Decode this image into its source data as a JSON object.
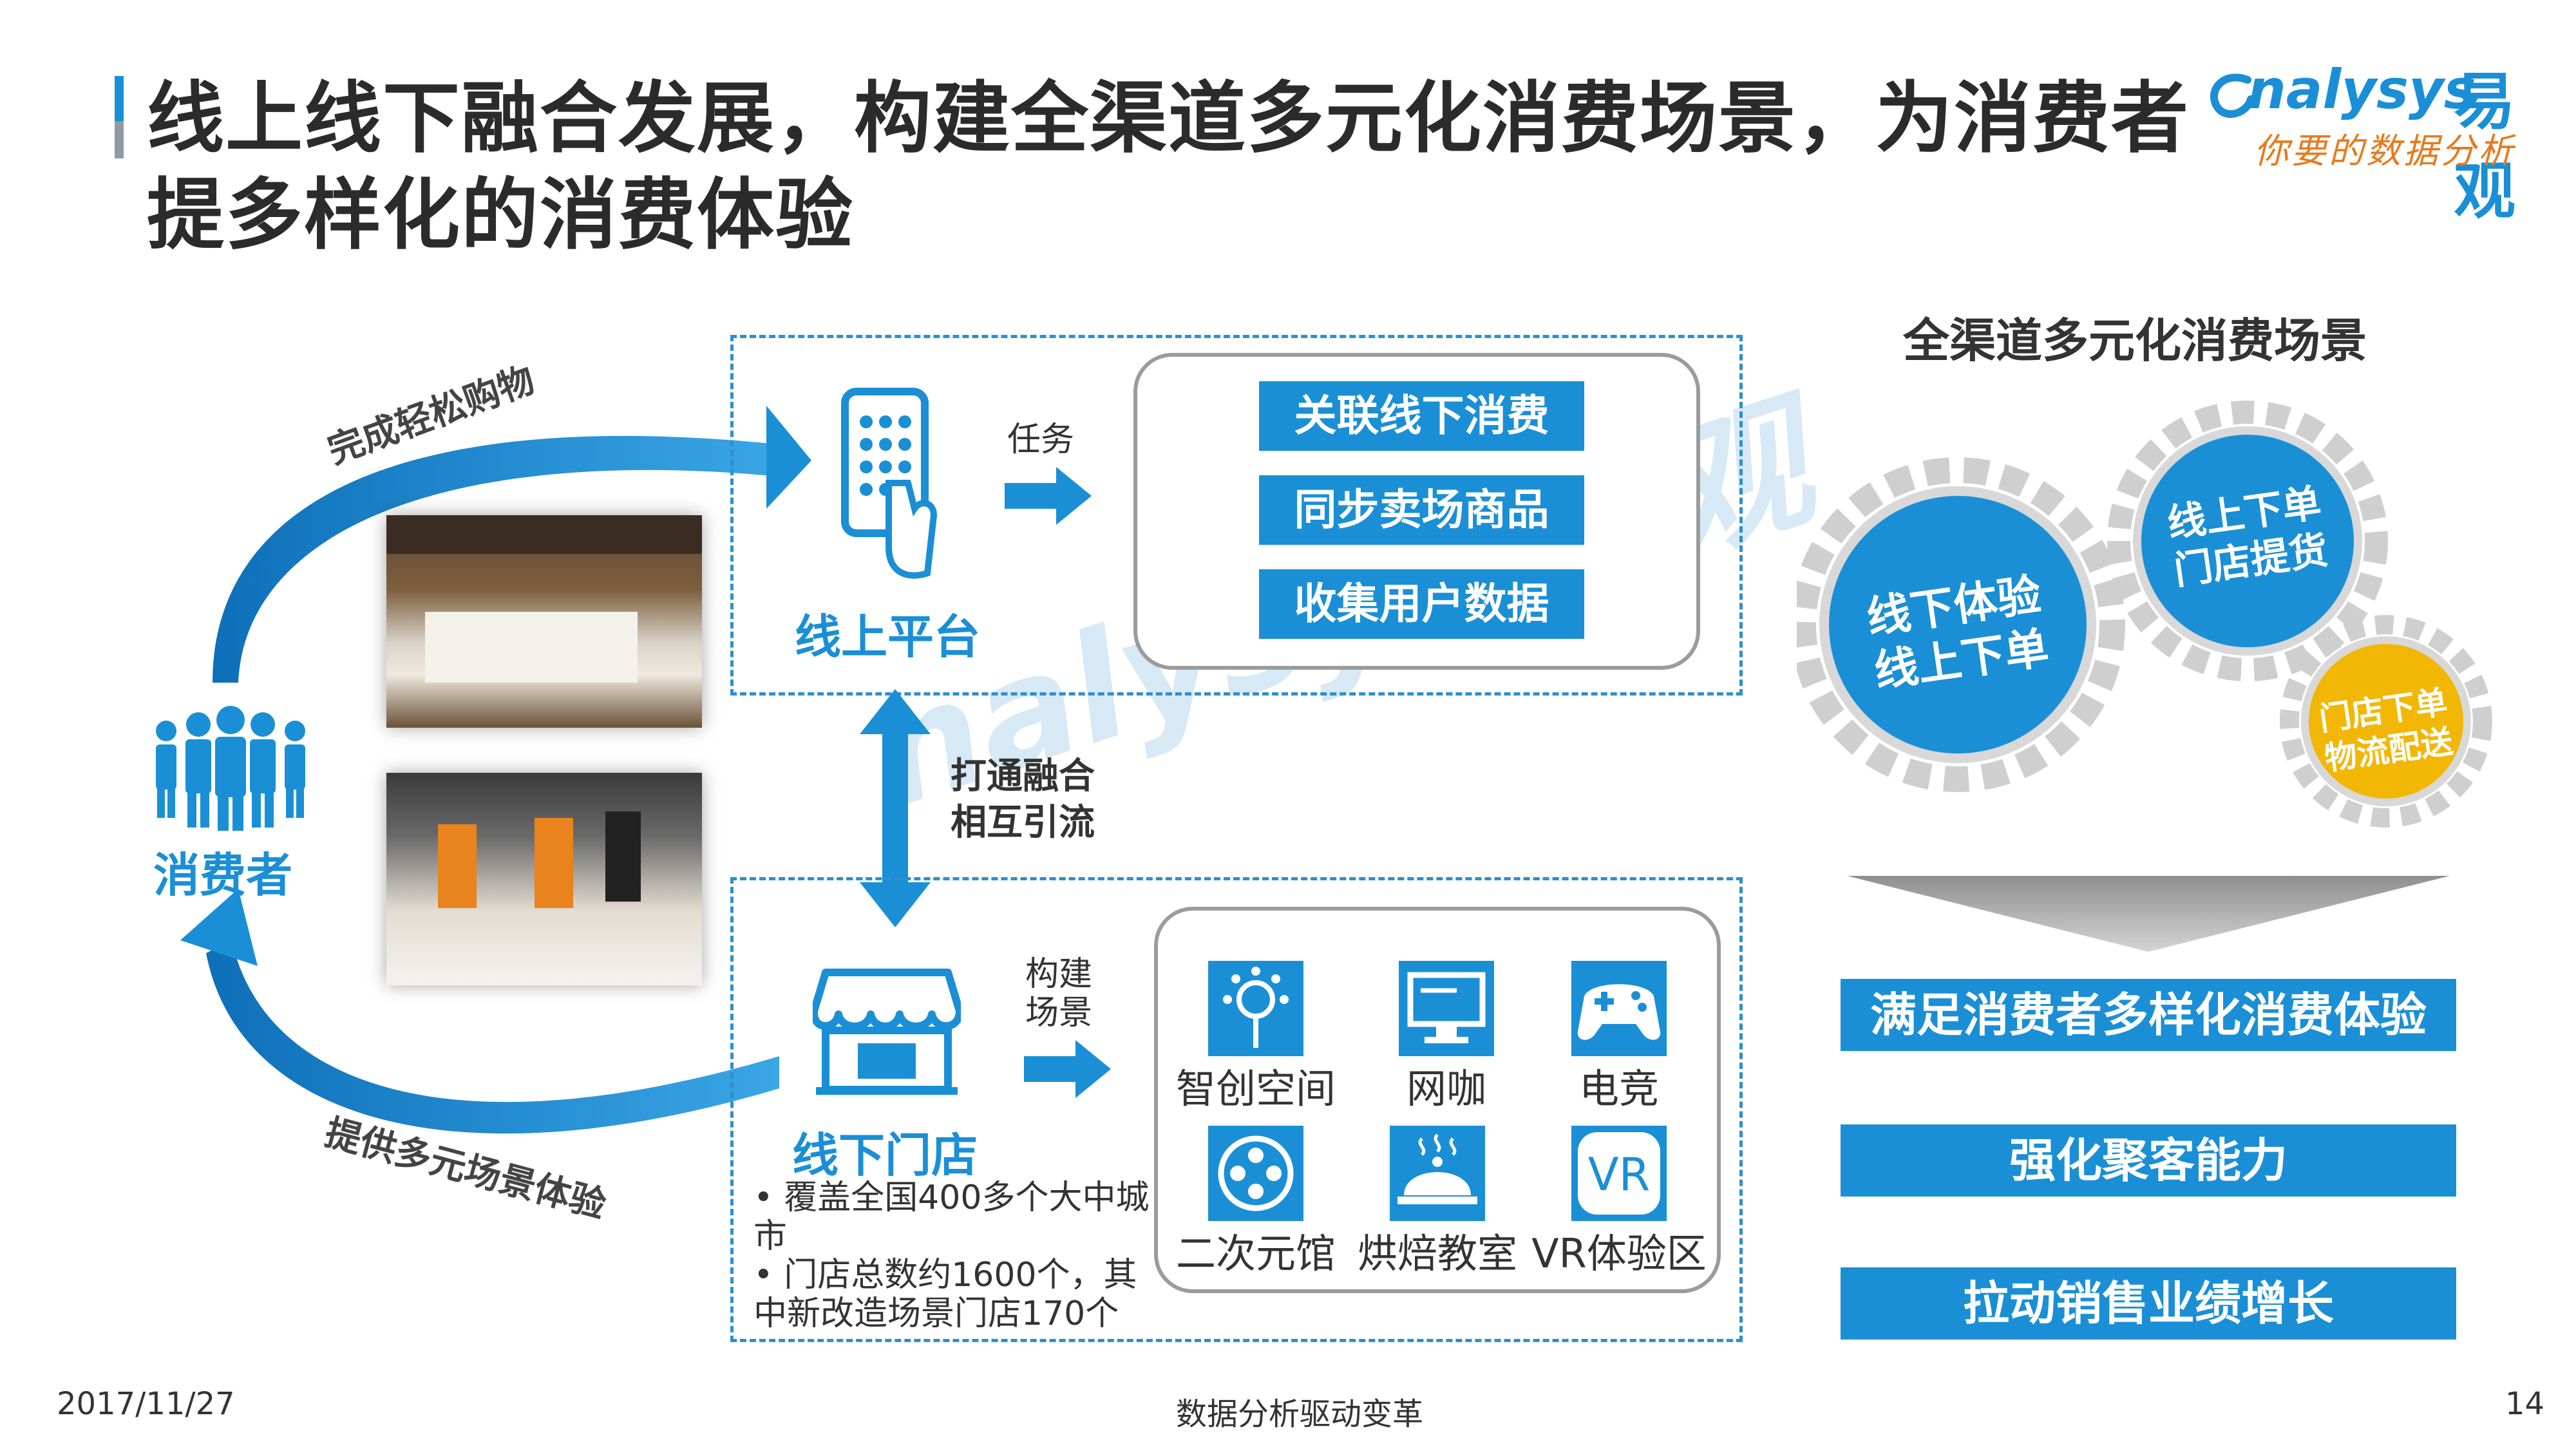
{
  "title": "线上线下融合发展，构建全渠道多元化消费场景，为消费者提多样化的消费体验",
  "logo": {
    "brand": "nalysys",
    "brand_cn": "易观",
    "tagline": "你要的数据分析"
  },
  "left": {
    "consumer_label": "消费者",
    "top_arc_label": "完成轻松购物",
    "bottom_arc_label": "提供多元场景体验"
  },
  "online": {
    "label": "线上平台",
    "arrow_label": "任务",
    "items": [
      "关联线下消费",
      "同步卖场商品",
      "收集用户数据"
    ]
  },
  "link_label": [
    "打通融合",
    "相互引流"
  ],
  "offline": {
    "label": "线下门店",
    "arrow_label": [
      "构建",
      "场景"
    ],
    "bullets": [
      "覆盖全国400多个大中城市",
      "门店总数约1600个，其中新改造场景门店170个"
    ],
    "scenes": [
      {
        "name": "智创空间",
        "icon": "innovation-icon"
      },
      {
        "name": "网咖",
        "icon": "monitor-icon"
      },
      {
        "name": "电竞",
        "icon": "gamepad-icon"
      },
      {
        "name": "二次元馆",
        "icon": "film-reel-icon"
      },
      {
        "name": "烘焙教室",
        "icon": "cloche-icon"
      },
      {
        "name": "VR体验区",
        "icon": "vr-icon"
      }
    ]
  },
  "right": {
    "heading": "全渠道多元化消费场景",
    "gears": [
      {
        "text": [
          "线下体验",
          "线上下单"
        ],
        "color": "#1a8fd6"
      },
      {
        "text": [
          "线上下单",
          "门店提货"
        ],
        "color": "#1a8fd6"
      },
      {
        "text": [
          "门店下单",
          "物流配送"
        ],
        "color": "#f2b705"
      }
    ],
    "results": [
      "满足消费者多样化消费体验",
      "强化聚客能力",
      "拉动销售业绩增长"
    ]
  },
  "footer": {
    "date": "2017/11/27",
    "center": "数据分析驱动变革",
    "page": "14"
  },
  "colors": {
    "accent": "#1a8fd6",
    "yellow": "#f2b705",
    "gear_ring": "#c8c8c8"
  }
}
